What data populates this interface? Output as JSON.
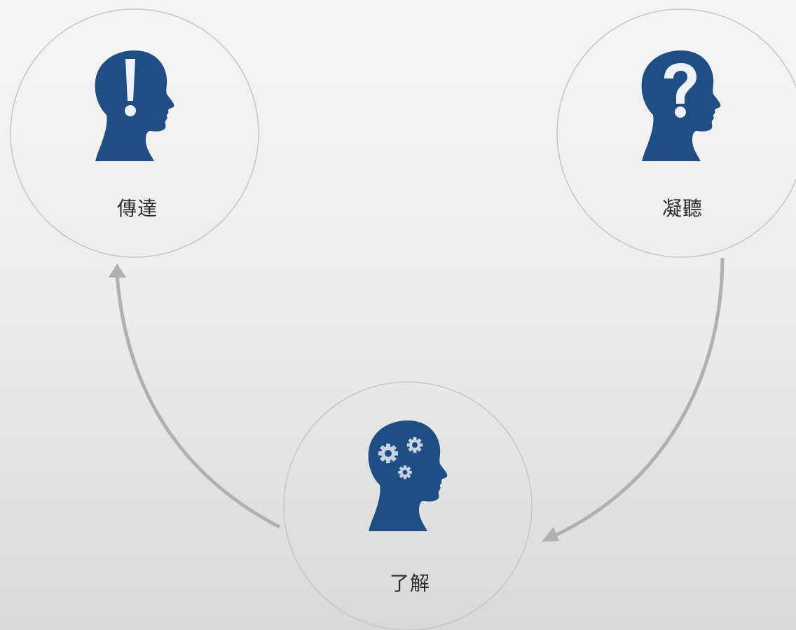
{
  "diagram": {
    "nodes": [
      {
        "id": "convey",
        "label": "傳達",
        "icon": "head-exclamation-icon"
      },
      {
        "id": "listen",
        "label": "凝聽",
        "icon": "head-question-icon"
      },
      {
        "id": "understand",
        "label": "了解",
        "icon": "head-gears-icon"
      }
    ],
    "edges": [
      {
        "from": "listen",
        "to": "understand"
      },
      {
        "from": "understand",
        "to": "convey"
      }
    ],
    "colors": {
      "icon": "#1f4e85",
      "circle_stroke": "#c6c6c6",
      "arrow": "#b0b0b0",
      "gear": "#c9d3df"
    }
  }
}
